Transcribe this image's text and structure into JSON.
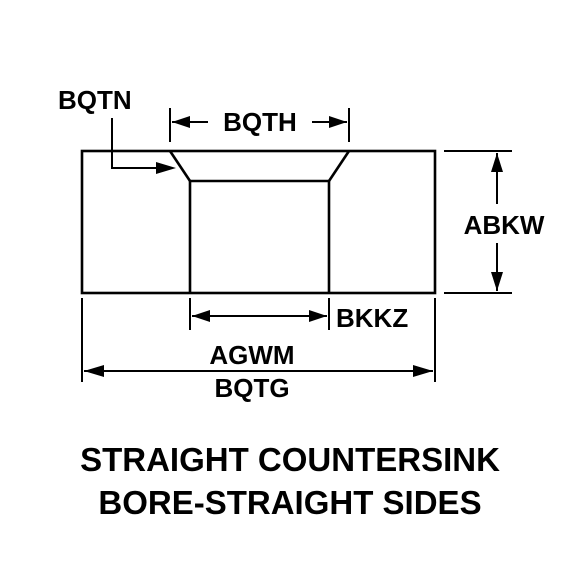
{
  "labels": {
    "bqtn": "BQTN",
    "bqth": "BQTH",
    "abkw": "ABKW",
    "bkkz": "BKKZ",
    "agwm": "AGWM",
    "bqtg": "BQTG"
  },
  "caption": {
    "line1": "STRAIGHT COUNTERSINK",
    "line2": "BORE-STRAIGHT SIDES"
  }
}
